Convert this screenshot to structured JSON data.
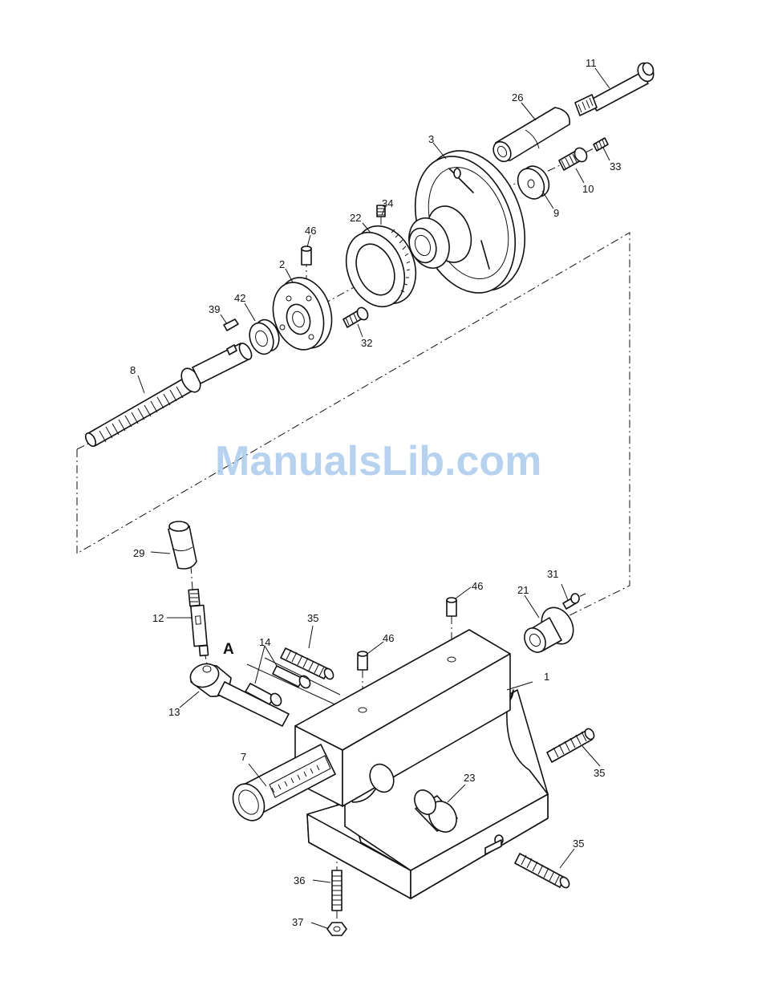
{
  "watermark": "ManualsLib.com",
  "section_label": "A",
  "part_numbers": {
    "p11": "11",
    "p26": "26",
    "p3": "3",
    "p33": "33",
    "p10": "10",
    "p9": "9",
    "p34": "34",
    "p22": "22",
    "p46_top": "46",
    "p2": "2",
    "p42": "42",
    "p39": "39",
    "p32": "32",
    "p8": "8",
    "p29": "29",
    "p12": "12",
    "p13": "13",
    "p14": "14",
    "p35_left": "35",
    "p46_mid": "46",
    "p46_right": "46",
    "p21": "21",
    "p31": "31",
    "p1": "1",
    "p7": "7",
    "p23": "23",
    "p35_right": "35",
    "p35_bottom": "35",
    "p36": "36",
    "p37": "37"
  }
}
